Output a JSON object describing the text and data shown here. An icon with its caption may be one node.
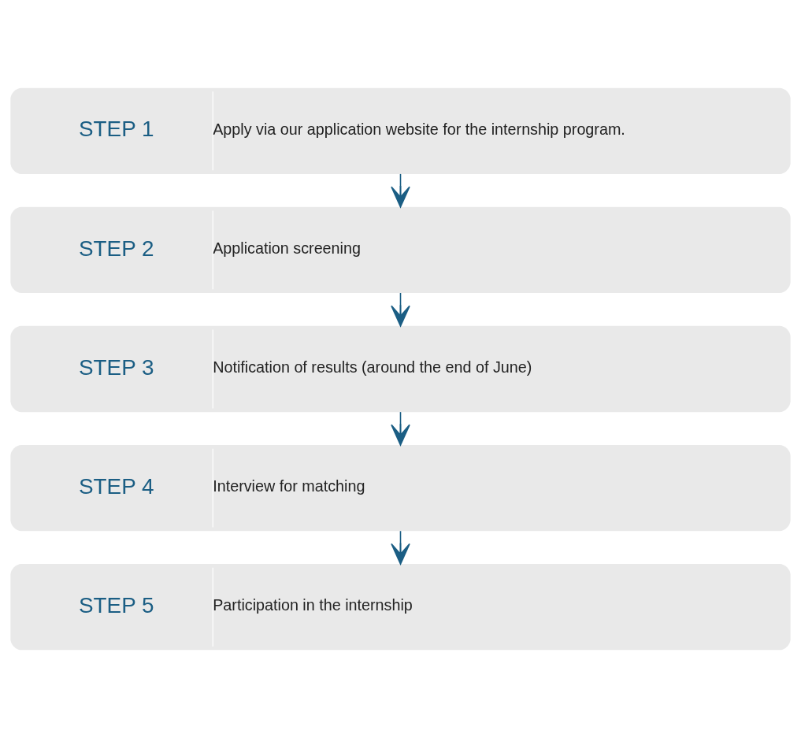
{
  "diagram": {
    "nodes": [
      {
        "text": [
          "STEP 1",
          "Apply via our application website for the internship program."
        ]
      },
      {
        "text": [
          "STEP 2",
          "Application screening"
        ]
      },
      {
        "text": [
          "STEP 3",
          "Notification of results (around the end of June)"
        ]
      },
      {
        "text": [
          "STEP 4",
          "Interview for matching"
        ]
      },
      {
        "text": [
          "STEP 5",
          "Participation in the internship"
        ]
      }
    ],
    "edges": [
      {
        "from": 0,
        "to": 1,
        "arrow": "to"
      },
      {
        "from": 1,
        "to": 2,
        "arrow": "to"
      },
      {
        "from": 2,
        "to": 3,
        "arrow": "to"
      },
      {
        "from": 3,
        "to": 4,
        "arrow": "to"
      }
    ]
  }
}
